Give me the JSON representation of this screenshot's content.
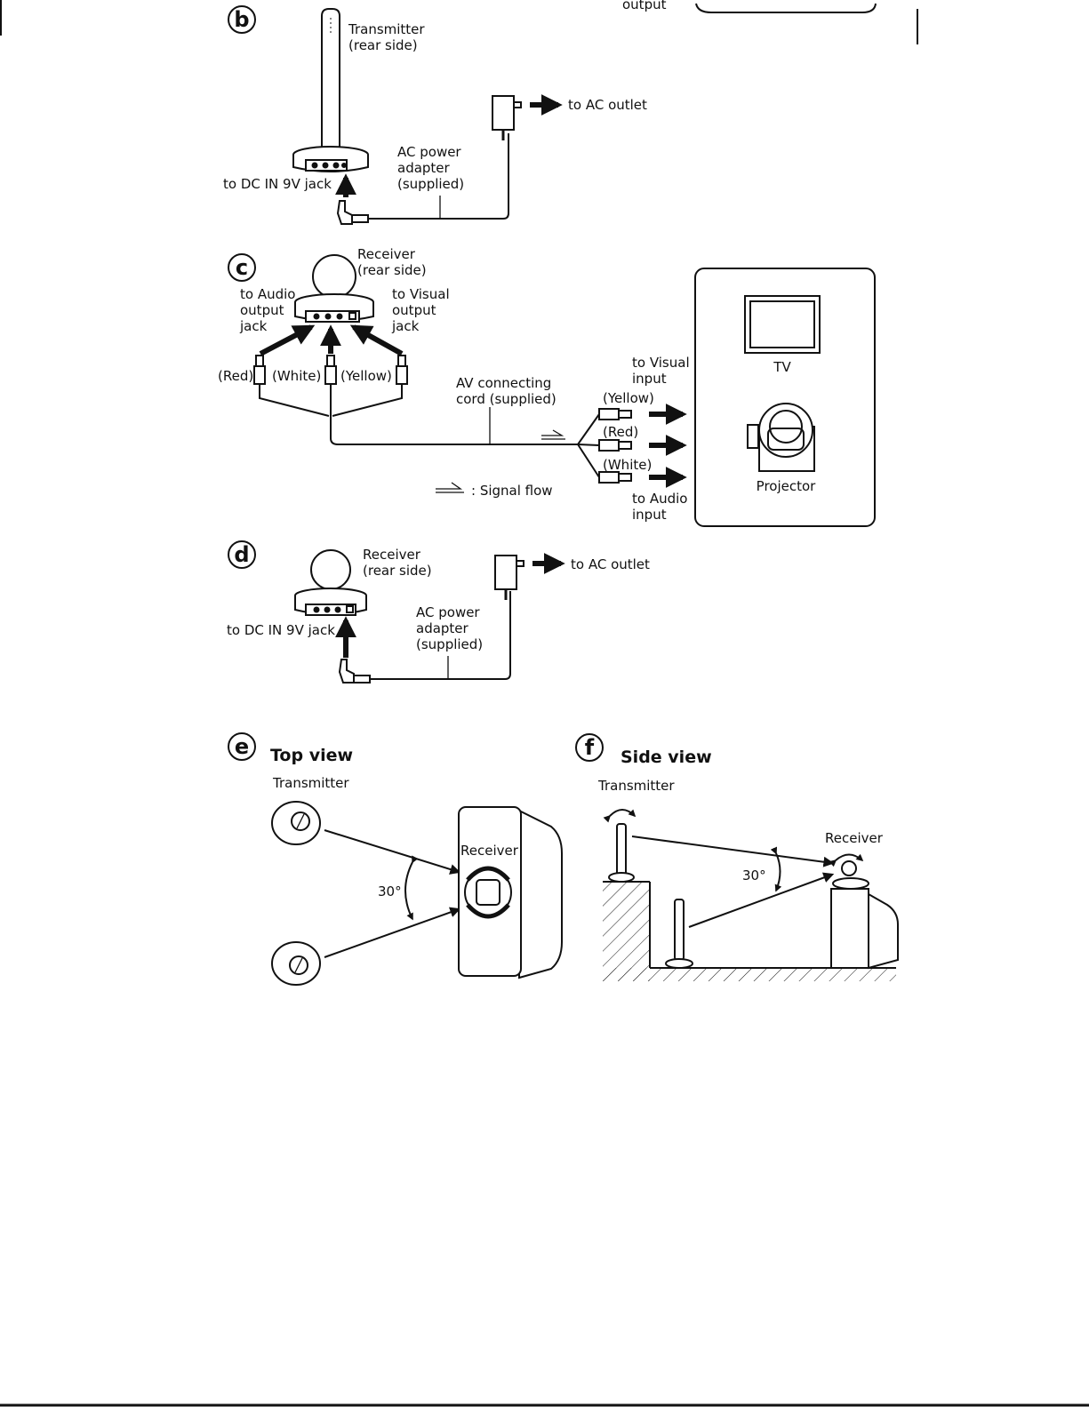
{
  "top_fragment": {
    "text": "output"
  },
  "section_b": {
    "marker": "b",
    "transmitter": [
      "Transmitter",
      "(rear side)"
    ],
    "to_ac_outlet": "to AC outlet",
    "adapter": [
      "AC power",
      "adapter",
      "(supplied)"
    ],
    "to_dc_jack": "to DC IN 9V jack"
  },
  "section_c": {
    "marker": "c",
    "receiver": [
      "Receiver",
      "(rear side)"
    ],
    "to_audio_output": [
      "to Audio",
      "output",
      "jack"
    ],
    "to_visual_output": [
      "to Visual",
      "output",
      "jack"
    ],
    "plug_red": "(Red)",
    "plug_white": "(White)",
    "plug_yellow": "(Yellow)",
    "av_cord": [
      "AV connecting",
      "cord (supplied)"
    ],
    "to_visual_input": [
      "to Visual",
      "input"
    ],
    "plug_yellow_right": "(Yellow)",
    "plug_red_right": "(Red)",
    "plug_white_right": "(White)",
    "to_audio_input": [
      "to Audio",
      "input"
    ],
    "signal_flow": ": Signal flow",
    "tv": "TV",
    "projector": "Projector"
  },
  "section_d": {
    "marker": "d",
    "receiver": [
      "Receiver",
      "(rear side)"
    ],
    "to_ac_outlet": "to AC outlet",
    "adapter": [
      "AC power",
      "adapter",
      "(supplied)"
    ],
    "to_dc_jack": "to DC IN 9V jack"
  },
  "section_e": {
    "marker": "e",
    "title": "Top view",
    "transmitter": "Transmitter",
    "receiver": "Receiver",
    "angle": "30°"
  },
  "section_f": {
    "marker": "f",
    "title": "Side view",
    "transmitter": "Transmitter",
    "receiver": "Receiver",
    "angle": "30°"
  }
}
